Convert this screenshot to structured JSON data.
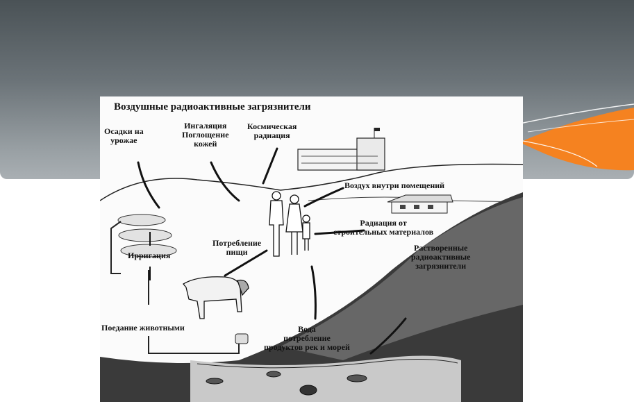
{
  "diagram": {
    "title": "Воздушные радиоактивные загрязнители",
    "labels": {
      "fallout": [
        "Осадки на",
        "урожае"
      ],
      "inhalation": [
        "Ингаляция",
        "Поглощение",
        "кожей"
      ],
      "cosmic": [
        "Космическая",
        "радиация"
      ],
      "indoor_air": "Воздух внутри помещений",
      "building_materials": [
        "Радиация от",
        "строительных материалов"
      ],
      "food": [
        "Потребление",
        "пищи"
      ],
      "irrigation": "Ирригация",
      "dissolved": [
        "Растворенные",
        "радиоактивные",
        "загрязнители"
      ],
      "animals": "Поедание животными",
      "water": [
        "Вода",
        "потребление",
        "продуктов рек и морей"
      ]
    }
  },
  "colors": {
    "header_top": "#4a5256",
    "header_bottom": "#a9afb3",
    "accent_orange": "#f58220"
  }
}
